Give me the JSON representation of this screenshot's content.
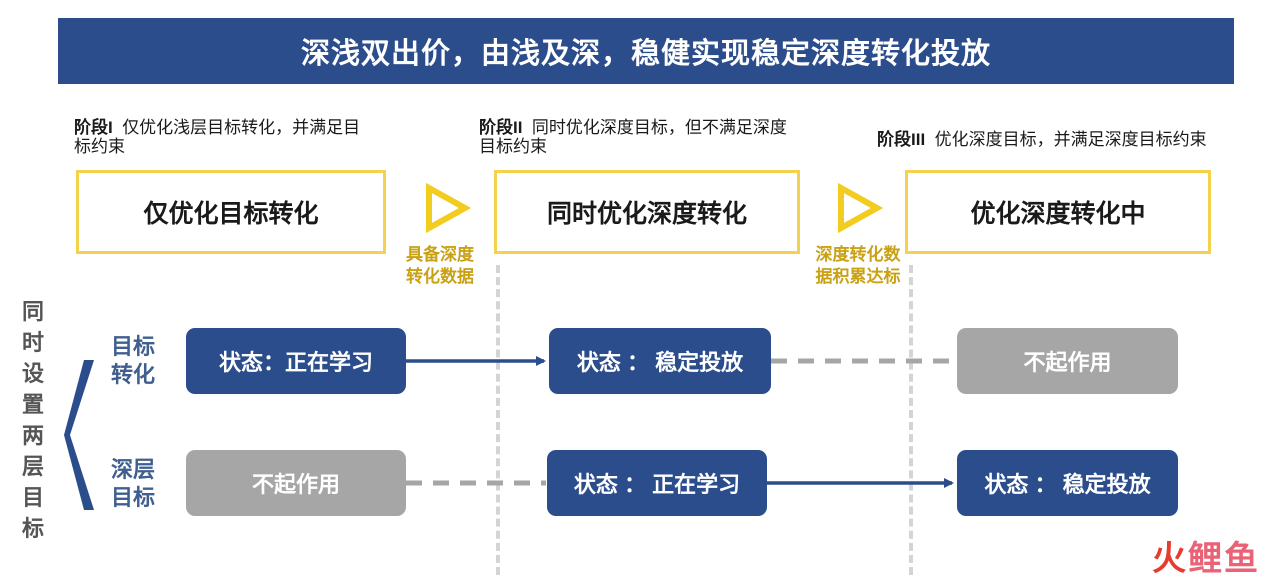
{
  "title": "深浅双出价，由浅及深，稳健实现稳定深度转化投放",
  "stages": [
    {
      "tag": "阶段I",
      "desc_line1": "仅优化浅层目标转化，并满足目",
      "desc_line2": "标约束",
      "box": "仅优化目标转化"
    },
    {
      "tag": "阶段II",
      "desc_line1": "同时优化深度目标，但不满足深度",
      "desc_line2": "目标约束",
      "box": "同时优化深度转化"
    },
    {
      "tag": "阶段III",
      "desc_line1": "优化深度目标，并满足深度目标约束",
      "desc_line2": "",
      "box": "优化深度转化中"
    }
  ],
  "conditions": [
    {
      "line1": "具备深度",
      "line2": "转化数据"
    },
    {
      "line1": "深度转化数",
      "line2": "据积累达标"
    }
  ],
  "side_label": "同时设置两层目标",
  "rows": [
    {
      "label_line1": "目标",
      "label_line2": "转化",
      "states": [
        "状态：正在学习",
        "状态 ： 稳定投放",
        "不起作用"
      ]
    },
    {
      "label_line1": "深层",
      "label_line2": "目标",
      "states": [
        "不起作用",
        "状态 ： 正在学习",
        "状态 ： 稳定投放"
      ]
    }
  ],
  "logo": {
    "part1": "火",
    "part2": "鲤鱼"
  },
  "colors": {
    "banner": "#2b4d8c",
    "box_border": "#f4d24d",
    "accent": "#c9a114",
    "state_blue": "#2b4d8c",
    "state_grey": "#a6a6a6"
  }
}
